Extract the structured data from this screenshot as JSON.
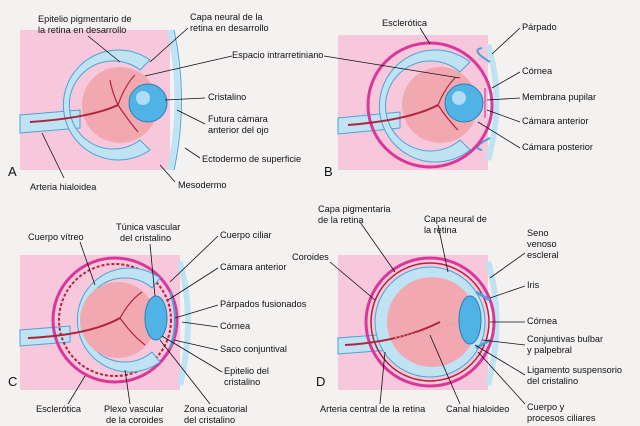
{
  "colors": {
    "tissue_pink": "#f7c8dc",
    "neural_blue": "#bfe3f2",
    "outline_blue": "#4aa3d6",
    "vitreous": "#f2a8b0",
    "lens": "#4fb3e6",
    "vessel": "#b0243c",
    "sclera": "#d9379a"
  },
  "panels": {
    "A": {
      "letter": "A",
      "labels": {
        "epitelio": [
          "Epitelio pigmentario de",
          "la retina en desarrollo"
        ],
        "capa_neural": [
          "Capa neural de la",
          "retina en desarrollo"
        ],
        "espacio": "Espacio intrarretiniano",
        "cristalino": "Cristalino",
        "futura": [
          "Futura cámara",
          "anterior del ojo"
        ],
        "ectodermo": "Ectodermo de superficie",
        "arteria": "Arteria hialoidea",
        "mesodermo": "Mesodermo"
      }
    },
    "B": {
      "letter": "B",
      "labels": {
        "esclerotica": "Esclerótica",
        "parpado": "Párpado",
        "cornea": "Córnea",
        "membrana": "Membrana pupilar",
        "camara_anterior": "Cámara anterior",
        "camara_posterior": "Cámara posterior"
      }
    },
    "C": {
      "letter": "C",
      "labels": {
        "cuerpo_vitreo": "Cuerpo vítreo",
        "tunica": [
          "Túnica vascular",
          "del cristalino"
        ],
        "cuerpo_ciliar": "Cuerpo ciliar",
        "camara_anterior": "Cámara anterior",
        "parpados": "Párpados fusionados",
        "cornea": "Córnea",
        "saco": "Saco conjuntival",
        "epitelio_cristalino": [
          "Epitelio del",
          "cristalino"
        ],
        "esclerotica": "Esclerótica",
        "plexo": [
          "Plexo vascular",
          "de la coroides"
        ],
        "zona": [
          "Zona ecuatorial",
          "del cristalino"
        ]
      }
    },
    "D": {
      "letter": "D",
      "labels": {
        "capa_pigmentaria": [
          "Capa pigmentaria",
          "de la retina"
        ],
        "capa_neural": [
          "Capa neural de",
          "la retina"
        ],
        "coroides": "Coroides",
        "seno": [
          "Seno",
          "venoso",
          "escleral"
        ],
        "iris": "Iris",
        "cornea": "Córnea",
        "conjuntivas": [
          "Conjuntivas bulbar",
          "y palpebral"
        ],
        "ligamento": [
          "Ligamento suspensorio",
          "del cristalino"
        ],
        "arteria_central": "Arteria central de la retina",
        "canal": "Canal hialoideo",
        "cuerpo": [
          "Cuerpo y",
          "procesos ciliares"
        ]
      }
    }
  }
}
